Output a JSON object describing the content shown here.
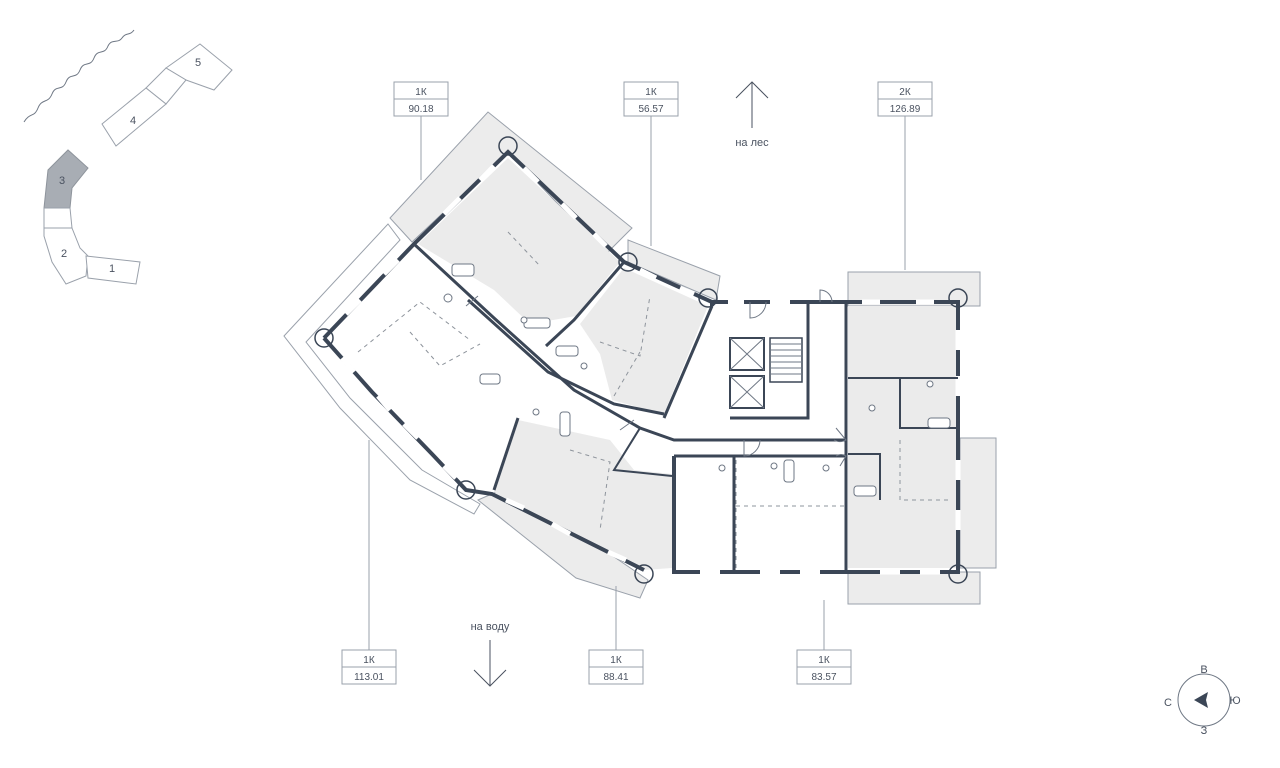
{
  "key_plan": {
    "sections": [
      {
        "label": "1",
        "selected": false
      },
      {
        "label": "2",
        "selected": false
      },
      {
        "label": "3",
        "selected": true
      },
      {
        "label": "4",
        "selected": false
      },
      {
        "label": "5",
        "selected": false
      }
    ],
    "selected_color": "#a8adb4"
  },
  "apartments": [
    {
      "type": "1К",
      "area": "90.18"
    },
    {
      "type": "1К",
      "area": "56.57"
    },
    {
      "type": "2К",
      "area": "126.89"
    },
    {
      "type": "1К",
      "area": "113.01"
    },
    {
      "type": "1К",
      "area": "88.41"
    },
    {
      "type": "1К",
      "area": "83.57"
    }
  ],
  "directions": {
    "north_label": "на лес",
    "south_label": "на воду"
  },
  "compass": {
    "top": "В",
    "right": "Ю",
    "bottom": "З",
    "left": "С"
  },
  "colors": {
    "wall": "#3b4656",
    "room_fill": "#ebebeb",
    "balcony_fill": "#ececec"
  }
}
